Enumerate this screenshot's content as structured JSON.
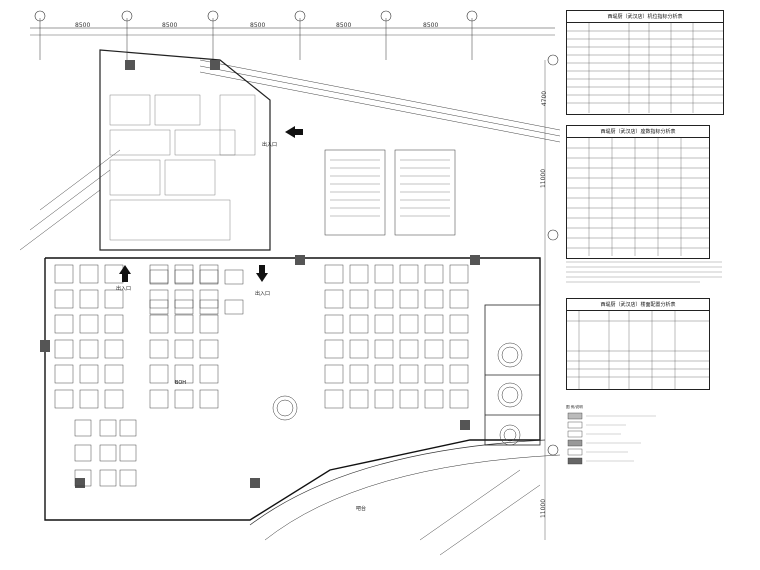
{
  "dimensions_top": [
    "8500",
    "8500",
    "8500",
    "8500",
    "8500"
  ],
  "dimensions_right": [
    "4700",
    "11000"
  ],
  "dimensions_bottom_right": [
    "11000"
  ],
  "room_labels": [
    "出入口",
    "出入口",
    "出入口",
    "吧台",
    "BOH"
  ],
  "panels": [
    {
      "title": "西堤厨（武汉店）机位指标分析表"
    },
    {
      "title": "西堤厨（武汉店）座数指标分析表"
    },
    {
      "title": "西堤厨（武汉店）楼面配置分析表"
    }
  ],
  "legend": {
    "title": "图 例/说明"
  }
}
